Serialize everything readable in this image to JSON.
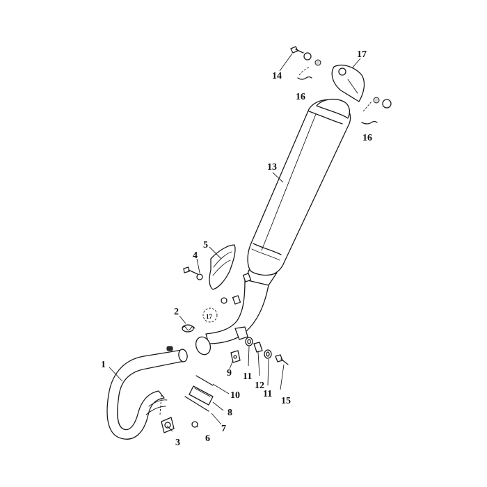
{
  "callouts": {
    "c1": "1",
    "c2": "2",
    "c3": "3",
    "c4": "4",
    "c5": "5",
    "c6": "6",
    "c7": "7",
    "c8": "8",
    "c9": "9",
    "c10": "10",
    "c11a": "11",
    "c11b": "11",
    "c12": "12",
    "c13": "13",
    "c14": "14",
    "c15": "15",
    "c16a": "16",
    "c16b": "16",
    "c17a": "17",
    "c17b": "17"
  }
}
